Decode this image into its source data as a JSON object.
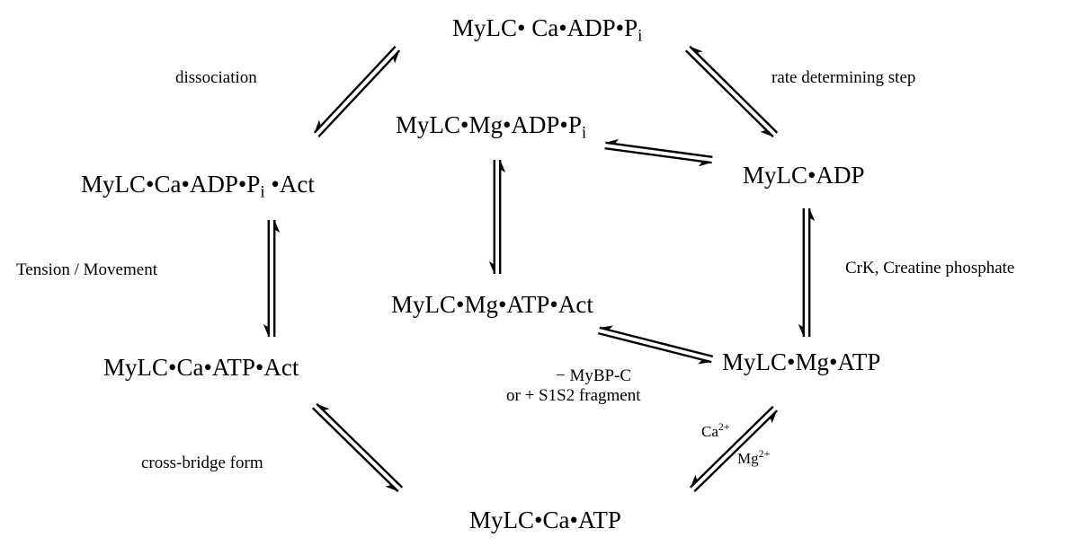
{
  "species": {
    "ca_adp_pi": {
      "text": "MyLC• Ca•ADP•P",
      "sub": "i"
    },
    "mg_adp_pi": {
      "text": "MyLC•Mg•ADP•P",
      "sub": "i"
    },
    "adp": "MyLC•ADP",
    "ca_adp_pi_act": {
      "text": "MyLC•Ca•ADP•P",
      "sub": "i",
      "suffix": " •Act"
    },
    "mg_atp_act": "MyLC•Mg•ATP•Act",
    "ca_atp_act": "MyLC•Ca•ATP•Act",
    "mg_atp": "MyLC•Mg•ATP",
    "ca_atp": "MyLC•Ca•ATP"
  },
  "labels": {
    "dissociation": "dissociation",
    "rate_step": "rate determining step",
    "tension": "Tension / Movement",
    "crk": "CrK, Creatine phosphate",
    "mybpc": "− MyBP-C",
    "s1s2": "or + S1S2 fragment",
    "ca_ion": {
      "base": "Ca",
      "sup": "2+"
    },
    "mg_ion": {
      "base": "Mg",
      "sup": "2+"
    },
    "crossbridge": "cross-bridge form"
  }
}
